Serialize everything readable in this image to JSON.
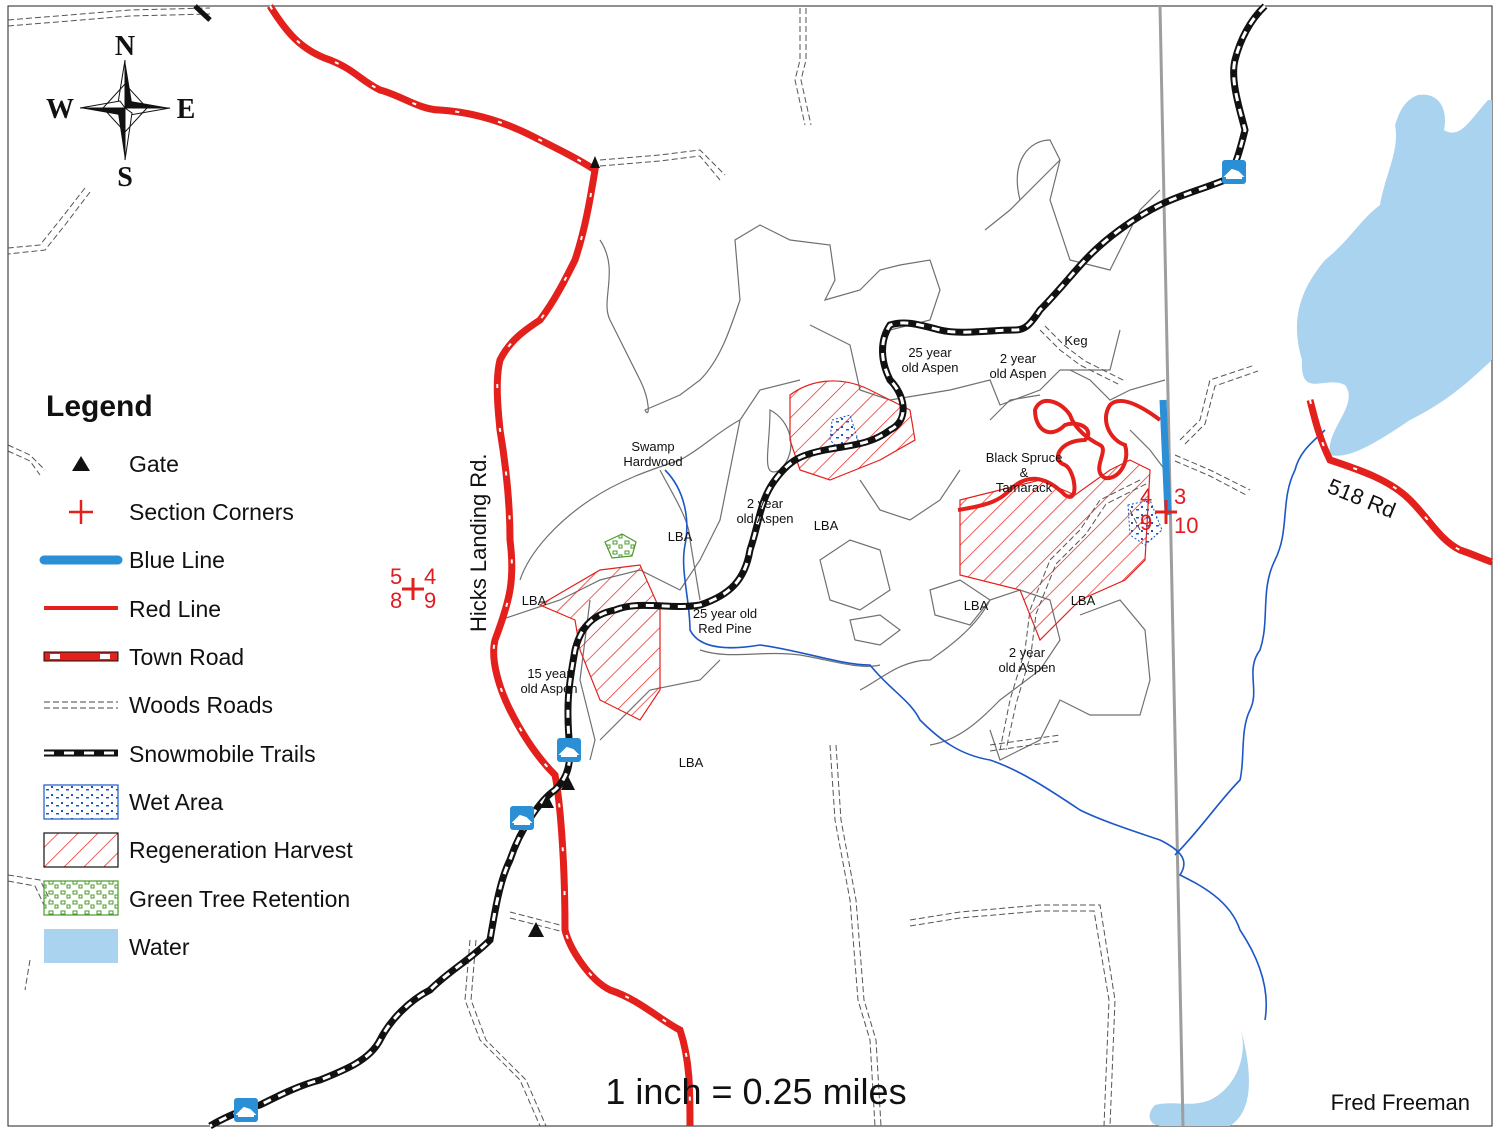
{
  "colors": {
    "red": "#e3201b",
    "blue": "#2b8fd6",
    "water": "#a9d3ef",
    "stream": "#1c57c6",
    "stand": "#707070",
    "green": "#4a9a2a",
    "trail": "#111111",
    "border": "#9e9e9e"
  },
  "compass": {
    "n": "N",
    "s": "S",
    "e": "E",
    "w": "W"
  },
  "legend": {
    "title": "Legend",
    "items": [
      {
        "label": "Gate",
        "icon": "gate-triangle-icon"
      },
      {
        "label": "Section Corners",
        "icon": "section-corner-icon"
      },
      {
        "label": "Blue Line",
        "icon": "blue-line-icon"
      },
      {
        "label": "Red Line",
        "icon": "red-line-icon"
      },
      {
        "label": "Town Road",
        "icon": "town-road-icon"
      },
      {
        "label": "Woods Roads",
        "icon": "woods-road-icon"
      },
      {
        "label": "Snowmobile Trails",
        "icon": "snowmobile-trail-icon"
      },
      {
        "label": "Wet Area",
        "icon": "wet-area-icon"
      },
      {
        "label": "Regeneration Harvest",
        "icon": "regeneration-harvest-icon"
      },
      {
        "label": "Green Tree Retention",
        "icon": "green-tree-retention-icon"
      },
      {
        "label": "Water",
        "icon": "water-icon"
      }
    ]
  },
  "roads": {
    "hicks": "Hicks Landing Rd.",
    "r518": "518 Rd"
  },
  "corners": {
    "west": {
      "nw": "5",
      "ne": "4",
      "sw": "8",
      "se": "9"
    },
    "east": {
      "nw": "4",
      "ne": "3",
      "sw": "9",
      "se": "10"
    }
  },
  "stands": {
    "swamp": [
      "Swamp",
      "Hardwood"
    ],
    "aspen25": [
      "25 year",
      "old Aspen"
    ],
    "aspen2_n": [
      "2 year",
      "old Aspen"
    ],
    "keg": "Keg",
    "spruce": [
      "Black Spruce",
      "&",
      "Tamarack"
    ],
    "aspen2_mid": [
      "2 year",
      "old Aspen"
    ],
    "lba_center": "LBA",
    "lba_west": "LBA",
    "lba_far_west": "LBA",
    "pine25": [
      "25 year old",
      "Red Pine"
    ],
    "aspen15": [
      "15 year",
      "old Aspen"
    ],
    "lba_south": "LBA",
    "lba_east": "LBA",
    "lba_se": "LBA",
    "aspen2_se": [
      "2 year",
      "old Aspen"
    ]
  },
  "scale": "1 inch = 0.25 miles",
  "credit": "Fred Freeman"
}
